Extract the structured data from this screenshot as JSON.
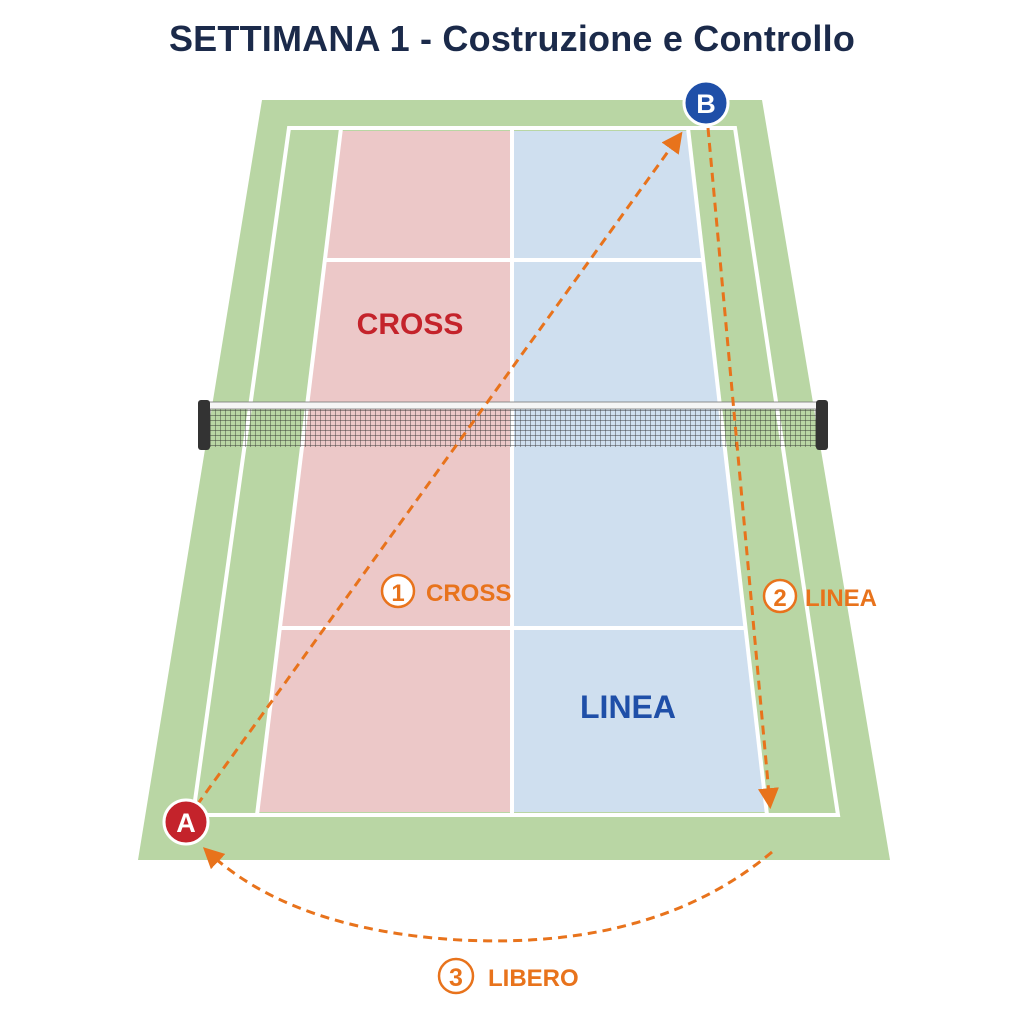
{
  "title": "SETTIMANA 1 - Costruzione e Controllo",
  "zones": {
    "cross_label": "CROSS",
    "linea_label": "LINEA"
  },
  "players": {
    "a": "A",
    "b": "B"
  },
  "shots": [
    {
      "number": "1",
      "label": "CROSS"
    },
    {
      "number": "2",
      "label": "LINEA"
    },
    {
      "number": "3",
      "label": "LIBERO"
    }
  ],
  "colors": {
    "surround": "#b9d6a4",
    "cross_zone": "#ecc8c8",
    "linea_zone": "#cfdfef",
    "arrow": "#e8731c",
    "cross_text": "#c4232b",
    "linea_text": "#1f4fa8",
    "player_a": "#c4232b",
    "player_b": "#1f4fa8"
  }
}
